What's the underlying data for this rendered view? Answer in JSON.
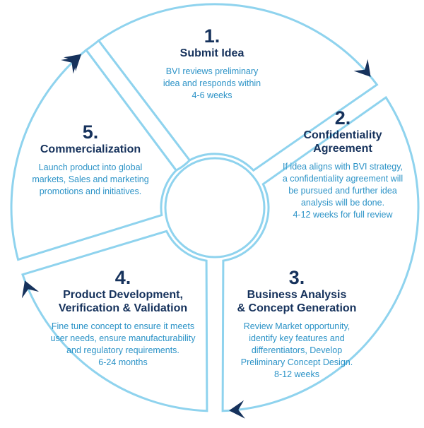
{
  "steps": [
    {
      "number": "1.",
      "title": "Submit Idea",
      "description": "BVI reviews preliminary\nidea and responds within\n4-6 weeks"
    },
    {
      "number": "2.",
      "title": "Confidentiality\nAgreement",
      "description": "If idea aligns with BVI strategy,\na confidentiality agreement will\nbe pursued and further idea\nanalysis will be done.\n4-12 weeks for full review"
    },
    {
      "number": "3.",
      "title": "Business Analysis\n& Concept Generation",
      "description": "Review Market opportunity,\nidentify key features and\ndifferentiators, Develop\nPreliminary Concept Design.\n8-12 weeks"
    },
    {
      "number": "4.",
      "title": "Product Development,\nVerification & Validation",
      "description": "Fine tune concept to ensure it meets\nuser needs, ensure manufacturability\nand regulatory requirements.\n6-24 months"
    },
    {
      "number": "5.",
      "title": "Commercialization",
      "description": "Launch product into global\nmarkets, Sales and marketing\npromotions and initiatives."
    }
  ],
  "colors": {
    "ring_stroke": "#8fd3ee",
    "heading": "#16325c",
    "body_text": "#2c93c7",
    "arrow": "#16325c"
  }
}
